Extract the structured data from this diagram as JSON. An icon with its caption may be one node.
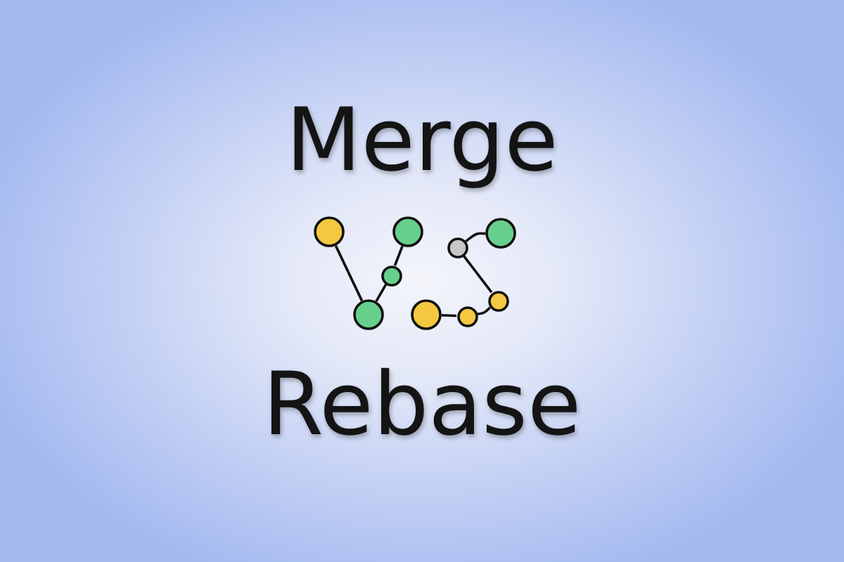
{
  "diagram": {
    "nodes": [
      {
        "text": [],
        "shape": "circle"
      },
      {
        "text": [],
        "shape": "circle"
      },
      {
        "text": [],
        "shape": "circle"
      },
      {
        "text": [],
        "shape": "circle"
      },
      {
        "text": [],
        "shape": "circle"
      },
      {
        "text": [],
        "shape": "circle"
      },
      {
        "text": [],
        "shape": "circle"
      },
      {
        "text": [],
        "shape": "circle"
      },
      {
        "text": [],
        "shape": "circle"
      }
    ],
    "edges": [
      {
        "from": 0,
        "to": 1,
        "arrow": "none"
      },
      {
        "from": 1,
        "to": 2,
        "arrow": "none"
      },
      {
        "from": 2,
        "to": 3,
        "arrow": "none"
      },
      {
        "from": 8,
        "to": 5,
        "arrow": "none"
      },
      {
        "from": 5,
        "to": 7,
        "arrow": "none"
      },
      {
        "from": 7,
        "to": 6,
        "arrow": "none"
      },
      {
        "from": 6,
        "to": 4,
        "arrow": "none"
      }
    ],
    "labels": [
      "Merge",
      "Rebase"
    ]
  }
}
